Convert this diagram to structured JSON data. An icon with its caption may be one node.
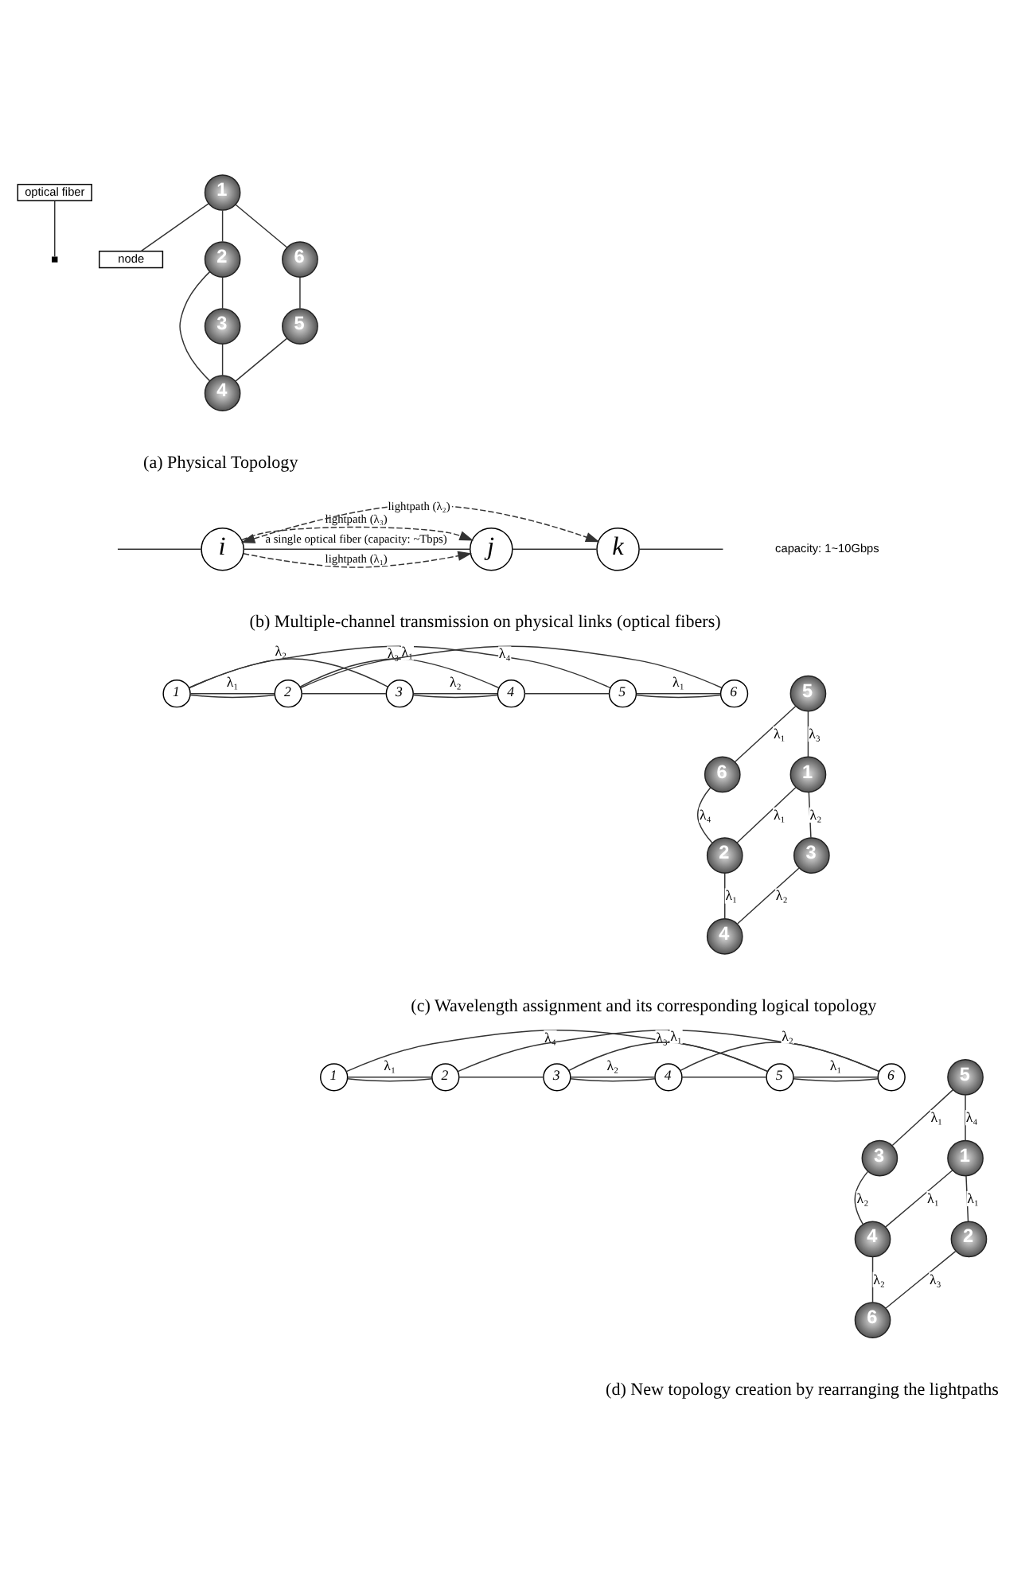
{
  "diagram": {
    "nodes": [
      {
        "text": [
          "optical fiber"
        ]
      },
      {
        "text": [
          "node"
        ]
      },
      {
        "text": [
          "1"
        ]
      },
      {
        "text": [
          "2"
        ]
      },
      {
        "text": [
          "3"
        ]
      },
      {
        "text": [
          "4"
        ]
      },
      {
        "text": [
          "5"
        ]
      },
      {
        "text": [
          "6"
        ]
      },
      {
        "text": [
          "i"
        ]
      },
      {
        "text": [
          "j"
        ]
      },
      {
        "text": [
          "k"
        ]
      },
      {
        "text": [
          "1"
        ]
      },
      {
        "text": [
          "2"
        ]
      },
      {
        "text": [
          "3"
        ]
      },
      {
        "text": [
          "4"
        ]
      },
      {
        "text": [
          "5"
        ]
      },
      {
        "text": [
          "6"
        ]
      },
      {
        "text": [
          "1"
        ]
      },
      {
        "text": [
          "2"
        ]
      },
      {
        "text": [
          "3"
        ]
      },
      {
        "text": [
          "4"
        ]
      },
      {
        "text": [
          "5"
        ]
      },
      {
        "text": [
          "6"
        ]
      },
      {
        "text": [
          "1"
        ]
      },
      {
        "text": [
          "2"
        ]
      },
      {
        "text": [
          "3"
        ]
      },
      {
        "text": [
          "4"
        ]
      },
      {
        "text": [
          "5"
        ]
      },
      {
        "text": [
          "6"
        ]
      },
      {
        "text": [
          "1"
        ]
      },
      {
        "text": [
          "2"
        ]
      },
      {
        "text": [
          "3"
        ]
      },
      {
        "text": [
          "4"
        ]
      },
      {
        "text": [
          "5"
        ]
      },
      {
        "text": [
          "6"
        ]
      }
    ],
    "edges": [
      {
        "from": 0,
        "to": null,
        "arrow": "none"
      },
      {
        "from": 2,
        "to": 1,
        "arrow": "none"
      },
      {
        "from": 2,
        "to": 3,
        "arrow": "none"
      },
      {
        "from": 2,
        "to": 7,
        "arrow": "none"
      },
      {
        "from": 3,
        "to": 4,
        "arrow": "none"
      },
      {
        "from": 3,
        "to": 5,
        "arrow": "none"
      },
      {
        "from": 4,
        "to": 5,
        "arrow": "none"
      },
      {
        "from": 6,
        "to": 5,
        "arrow": "none"
      },
      {
        "from": 7,
        "to": 6,
        "arrow": "none"
      },
      {
        "from": null,
        "to": 8,
        "arrow": "none"
      },
      {
        "from": 8,
        "to": 9,
        "arrow": "none",
        "label": "a single optical fiber (capacity: ~Tbps)"
      },
      {
        "from": 9,
        "to": 10,
        "arrow": "none"
      },
      {
        "from": 10,
        "to": null,
        "arrow": "none"
      },
      {
        "from": 8,
        "to": 9,
        "arrow": "to",
        "style": "dashed",
        "label": "lightpath (λ₁)"
      },
      {
        "from": 8,
        "to": 10,
        "arrow": "both",
        "style": "dashed",
        "label": "lightpath (λ₂)"
      },
      {
        "from": 8,
        "to": 9,
        "arrow": "to",
        "style": "dashed",
        "label": "lightpath (λ₃)"
      },
      {
        "from": 11,
        "to": 12,
        "arrow": "none"
      },
      {
        "from": 12,
        "to": 13,
        "arrow": "none"
      },
      {
        "from": 13,
        "to": 14,
        "arrow": "none"
      },
      {
        "from": 14,
        "to": 15,
        "arrow": "none"
      },
      {
        "from": 15,
        "to": 16,
        "arrow": "none"
      },
      {
        "from": 11,
        "to": 15,
        "arrow": "none",
        "label": "λ₃"
      },
      {
        "from": 11,
        "to": 13,
        "arrow": "none",
        "label": "λ₂"
      },
      {
        "from": 11,
        "to": 12,
        "arrow": "none",
        "label": "λ₁"
      },
      {
        "from": 13,
        "to": 14,
        "arrow": "none",
        "label": "λ₂"
      },
      {
        "from": 15,
        "to": 16,
        "arrow": "none",
        "label": "λ₁"
      },
      {
        "from": 12,
        "to": 14,
        "arrow": "none",
        "label": "λ₁"
      },
      {
        "from": 12,
        "to": 16,
        "arrow": "none",
        "label": "λ₄"
      },
      {
        "from": 21,
        "to": 22,
        "arrow": "none",
        "label": "λ₁"
      },
      {
        "from": 21,
        "to": 17,
        "arrow": "none",
        "label": "λ₃"
      },
      {
        "from": 22,
        "to": 18,
        "arrow": "none",
        "label": "λ₄"
      },
      {
        "from": 17,
        "to": 18,
        "arrow": "none",
        "label": "λ₁"
      },
      {
        "from": 17,
        "to": 19,
        "arrow": "none",
        "label": "λ₂"
      },
      {
        "from": 18,
        "to": 20,
        "arrow": "none",
        "label": "λ₁"
      },
      {
        "from": 19,
        "to": 20,
        "arrow": "none",
        "label": "λ₂"
      },
      {
        "from": 23,
        "to": 24,
        "arrow": "none"
      },
      {
        "from": 24,
        "to": 25,
        "arrow": "none"
      },
      {
        "from": 25,
        "to": 26,
        "arrow": "none"
      },
      {
        "from": 26,
        "to": 27,
        "arrow": "none"
      },
      {
        "from": 27,
        "to": 28,
        "arrow": "none"
      },
      {
        "from": 23,
        "to": 27,
        "arrow": "none",
        "label": "λ₄"
      },
      {
        "from": 23,
        "to": 24,
        "arrow": "none",
        "label": "λ₁"
      },
      {
        "from": 24,
        "to": 28,
        "arrow": "none",
        "label": "λ₃"
      },
      {
        "from": 25,
        "to": 26,
        "arrow": "none",
        "label": "λ₂"
      },
      {
        "from": 26,
        "to": 28,
        "arrow": "none",
        "label": "λ₂"
      },
      {
        "from": 25,
        "to": 27,
        "arrow": "none",
        "label": "λ₁"
      },
      {
        "from": 27,
        "to": 28,
        "arrow": "none",
        "label": "λ₁"
      },
      {
        "from": 33,
        "to": 31,
        "arrow": "none",
        "label": "λ₁"
      },
      {
        "from": 33,
        "to": 29,
        "arrow": "none",
        "label": "λ₄"
      },
      {
        "from": 31,
        "to": 32,
        "arrow": "none",
        "label": "λ₂"
      },
      {
        "from": 29,
        "to": 32,
        "arrow": "none",
        "label": "λ₁"
      },
      {
        "from": 29,
        "to": 30,
        "arrow": "none",
        "label": "λ₁"
      },
      {
        "from": 32,
        "to": 34,
        "arrow": "none",
        "label": "λ₂"
      },
      {
        "from": 30,
        "to": 34,
        "arrow": "none",
        "label": "λ₃"
      }
    ],
    "labels": [
      "capacity: 1~10Gbps",
      "(a) Physical Topology",
      "(b) Multiple-channel transmission on physical links (optical fibers)",
      "(c) Wavelength assignment and its corresponding logical topology",
      "(d) New topology creation by rearranging the lightpaths"
    ]
  }
}
